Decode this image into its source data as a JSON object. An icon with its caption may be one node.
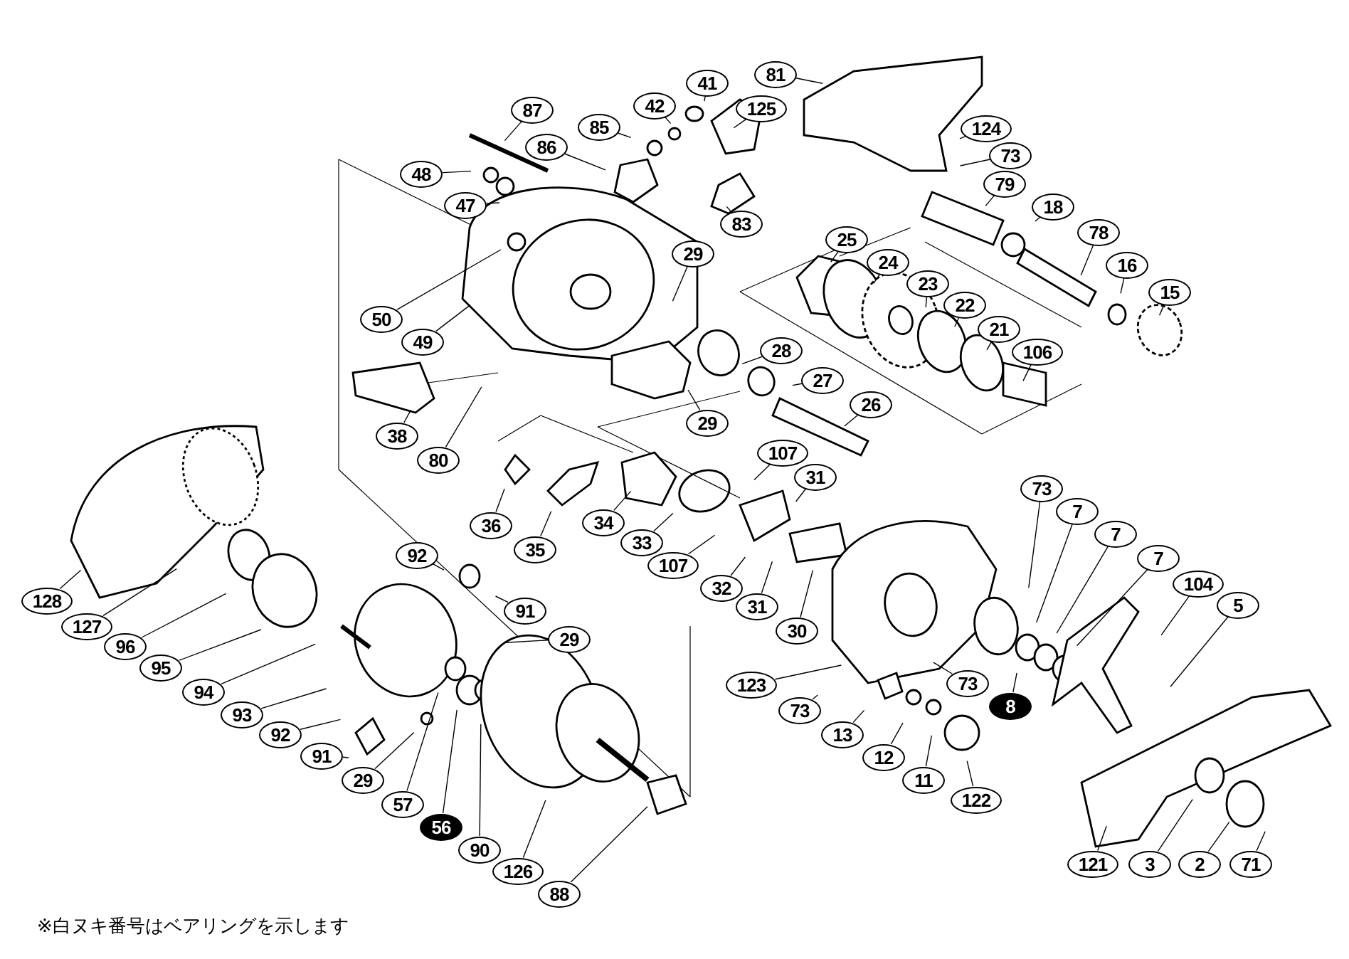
{
  "diagram": {
    "nodes": [
      {
        "text": [
          "81"
        ]
      },
      {
        "text": [
          "41"
        ]
      },
      {
        "text": [
          "125"
        ]
      },
      {
        "text": [
          "42"
        ]
      },
      {
        "text": [
          "85"
        ]
      },
      {
        "text": [
          "87"
        ]
      },
      {
        "text": [
          "86"
        ]
      },
      {
        "text": [
          "48"
        ]
      },
      {
        "text": [
          "47"
        ]
      },
      {
        "text": [
          "124"
        ]
      },
      {
        "text": [
          "73"
        ]
      },
      {
        "text": [
          "79"
        ]
      },
      {
        "text": [
          "18"
        ]
      },
      {
        "text": [
          "78"
        ]
      },
      {
        "text": [
          "16"
        ]
      },
      {
        "text": [
          "15"
        ]
      },
      {
        "text": [
          "83"
        ]
      },
      {
        "text": [
          "29"
        ]
      },
      {
        "text": [
          "25"
        ]
      },
      {
        "text": [
          "24"
        ]
      },
      {
        "text": [
          "23"
        ]
      },
      {
        "text": [
          "22"
        ]
      },
      {
        "text": [
          "21"
        ]
      },
      {
        "text": [
          "106"
        ]
      },
      {
        "text": [
          "50"
        ]
      },
      {
        "text": [
          "49"
        ]
      },
      {
        "text": [
          "28"
        ]
      },
      {
        "text": [
          "27"
        ]
      },
      {
        "text": [
          "26"
        ]
      },
      {
        "text": [
          "38"
        ]
      },
      {
        "text": [
          "80"
        ]
      },
      {
        "text": [
          "29"
        ]
      },
      {
        "text": [
          "36"
        ]
      },
      {
        "text": [
          "35"
        ]
      },
      {
        "text": [
          "34"
        ]
      },
      {
        "text": [
          "33"
        ]
      },
      {
        "text": [
          "107"
        ]
      },
      {
        "text": [
          "31"
        ]
      },
      {
        "text": [
          "107"
        ]
      },
      {
        "text": [
          "32"
        ]
      },
      {
        "text": [
          "31"
        ]
      },
      {
        "text": [
          "30"
        ]
      },
      {
        "text": [
          "73"
        ]
      },
      {
        "text": [
          "7"
        ]
      },
      {
        "text": [
          "7"
        ]
      },
      {
        "text": [
          "7"
        ]
      },
      {
        "text": [
          "104"
        ]
      },
      {
        "text": [
          "5"
        ]
      },
      {
        "text": [
          "123"
        ]
      },
      {
        "text": [
          "73"
        ]
      },
      {
        "text": [
          "73"
        ]
      },
      {
        "text": [
          "8"
        ]
      },
      {
        "text": [
          "13"
        ]
      },
      {
        "text": [
          "12"
        ]
      },
      {
        "text": [
          "11"
        ]
      },
      {
        "text": [
          "122"
        ]
      },
      {
        "text": [
          "121"
        ]
      },
      {
        "text": [
          "3"
        ]
      },
      {
        "text": [
          "2"
        ]
      },
      {
        "text": [
          "71"
        ]
      },
      {
        "text": [
          "128"
        ]
      },
      {
        "text": [
          "127"
        ]
      },
      {
        "text": [
          "96"
        ]
      },
      {
        "text": [
          "95"
        ]
      },
      {
        "text": [
          "94"
        ]
      },
      {
        "text": [
          "93"
        ]
      },
      {
        "text": [
          "92"
        ]
      },
      {
        "text": [
          "91"
        ]
      },
      {
        "text": [
          "29"
        ]
      },
      {
        "text": [
          "57"
        ]
      },
      {
        "text": [
          "56"
        ]
      },
      {
        "text": [
          "90"
        ]
      },
      {
        "text": [
          "126"
        ]
      },
      {
        "text": [
          "88"
        ]
      },
      {
        "text": [
          "92"
        ]
      },
      {
        "text": [
          "91"
        ]
      },
      {
        "text": [
          "29"
        ]
      }
    ],
    "edges": [
      {
        "from": 0,
        "to": null,
        "arrow": "none"
      },
      {
        "from": 1,
        "to": null,
        "arrow": "none"
      },
      {
        "from": 2,
        "to": null,
        "arrow": "none"
      },
      {
        "from": 3,
        "to": null,
        "arrow": "none"
      },
      {
        "from": 4,
        "to": null,
        "arrow": "none"
      },
      {
        "from": 5,
        "to": null,
        "arrow": "none"
      },
      {
        "from": 6,
        "to": null,
        "arrow": "none"
      },
      {
        "from": 7,
        "to": null,
        "arrow": "none"
      },
      {
        "from": 8,
        "to": null,
        "arrow": "none"
      },
      {
        "from": 9,
        "to": null,
        "arrow": "none"
      },
      {
        "from": 10,
        "to": null,
        "arrow": "none"
      },
      {
        "from": 11,
        "to": null,
        "arrow": "none"
      },
      {
        "from": 12,
        "to": null,
        "arrow": "none"
      },
      {
        "from": 13,
        "to": null,
        "arrow": "none"
      },
      {
        "from": 14,
        "to": null,
        "arrow": "none"
      },
      {
        "from": 15,
        "to": null,
        "arrow": "none"
      },
      {
        "from": 16,
        "to": null,
        "arrow": "none"
      },
      {
        "from": 17,
        "to": null,
        "arrow": "none"
      },
      {
        "from": 18,
        "to": null,
        "arrow": "none"
      },
      {
        "from": 19,
        "to": null,
        "arrow": "none"
      },
      {
        "from": 20,
        "to": null,
        "arrow": "none"
      },
      {
        "from": 21,
        "to": null,
        "arrow": "none"
      },
      {
        "from": 22,
        "to": null,
        "arrow": "none"
      },
      {
        "from": 23,
        "to": null,
        "arrow": "none"
      },
      {
        "from": 24,
        "to": null,
        "arrow": "none"
      },
      {
        "from": 25,
        "to": null,
        "arrow": "none"
      },
      {
        "from": 26,
        "to": null,
        "arrow": "none"
      },
      {
        "from": 27,
        "to": null,
        "arrow": "none"
      },
      {
        "from": 28,
        "to": null,
        "arrow": "none"
      },
      {
        "from": 29,
        "to": null,
        "arrow": "none"
      },
      {
        "from": 30,
        "to": null,
        "arrow": "none"
      },
      {
        "from": 31,
        "to": null,
        "arrow": "none"
      },
      {
        "from": 32,
        "to": null,
        "arrow": "none"
      },
      {
        "from": 33,
        "to": null,
        "arrow": "none"
      },
      {
        "from": 34,
        "to": null,
        "arrow": "none"
      },
      {
        "from": 35,
        "to": null,
        "arrow": "none"
      },
      {
        "from": 36,
        "to": null,
        "arrow": "none"
      },
      {
        "from": 37,
        "to": null,
        "arrow": "none"
      },
      {
        "from": 38,
        "to": null,
        "arrow": "none"
      },
      {
        "from": 39,
        "to": null,
        "arrow": "none"
      },
      {
        "from": 40,
        "to": null,
        "arrow": "none"
      },
      {
        "from": 41,
        "to": null,
        "arrow": "none"
      },
      {
        "from": 42,
        "to": null,
        "arrow": "none"
      },
      {
        "from": 43,
        "to": null,
        "arrow": "none"
      },
      {
        "from": 44,
        "to": null,
        "arrow": "none"
      },
      {
        "from": 45,
        "to": null,
        "arrow": "none"
      },
      {
        "from": 46,
        "to": null,
        "arrow": "none"
      },
      {
        "from": 47,
        "to": null,
        "arrow": "none"
      },
      {
        "from": 48,
        "to": null,
        "arrow": "none"
      },
      {
        "from": 49,
        "to": null,
        "arrow": "none"
      },
      {
        "from": 50,
        "to": null,
        "arrow": "none"
      },
      {
        "from": 51,
        "to": null,
        "arrow": "none"
      },
      {
        "from": 52,
        "to": null,
        "arrow": "none"
      },
      {
        "from": 53,
        "to": null,
        "arrow": "none"
      },
      {
        "from": 54,
        "to": null,
        "arrow": "none"
      },
      {
        "from": 55,
        "to": null,
        "arrow": "none"
      },
      {
        "from": 56,
        "to": null,
        "arrow": "none"
      },
      {
        "from": 57,
        "to": null,
        "arrow": "none"
      },
      {
        "from": 58,
        "to": null,
        "arrow": "none"
      },
      {
        "from": 59,
        "to": null,
        "arrow": "none"
      },
      {
        "from": 60,
        "to": null,
        "arrow": "none"
      },
      {
        "from": 61,
        "to": null,
        "arrow": "none"
      },
      {
        "from": 62,
        "to": null,
        "arrow": "none"
      },
      {
        "from": 63,
        "to": null,
        "arrow": "none"
      },
      {
        "from": 64,
        "to": null,
        "arrow": "none"
      },
      {
        "from": 65,
        "to": null,
        "arrow": "none"
      },
      {
        "from": 66,
        "to": null,
        "arrow": "none"
      },
      {
        "from": 67,
        "to": null,
        "arrow": "none"
      },
      {
        "from": 68,
        "to": null,
        "arrow": "none"
      },
      {
        "from": 69,
        "to": null,
        "arrow": "none"
      },
      {
        "from": 70,
        "to": null,
        "arrow": "none"
      },
      {
        "from": 71,
        "to": null,
        "arrow": "none"
      },
      {
        "from": 72,
        "to": null,
        "arrow": "none"
      },
      {
        "from": 73,
        "to": null,
        "arrow": "none"
      },
      {
        "from": 74,
        "to": null,
        "arrow": "none"
      },
      {
        "from": 75,
        "to": null,
        "arrow": "none"
      },
      {
        "from": 76,
        "to": null,
        "arrow": "none"
      }
    ],
    "labels": [
      "※白ヌキ番号はベアリングを示します"
    ]
  }
}
